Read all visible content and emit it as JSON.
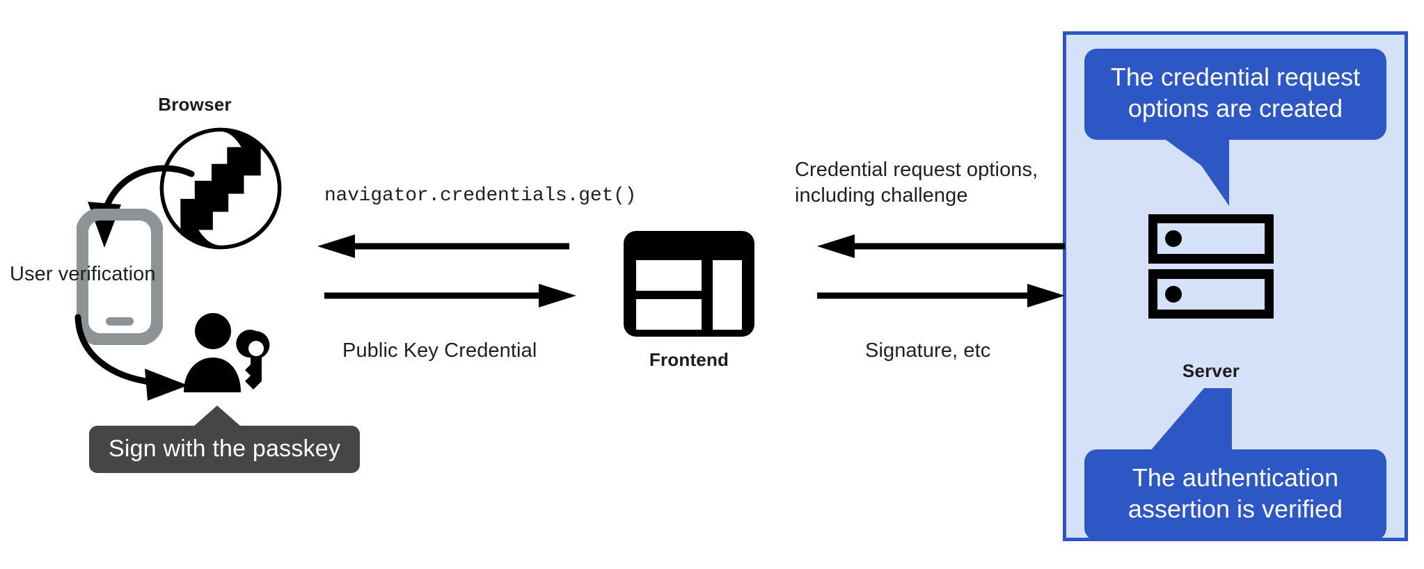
{
  "diagram": {
    "title": "WebAuthn passkey authentication flow",
    "colors": {
      "panel_fill": "#d5e0f9",
      "panel_border": "#2b56c6",
      "callout_blue": "#2c57c4",
      "tooltip_dark": "#444746",
      "ink": "#1f1f1f",
      "phone_gray": "#8e9396"
    }
  },
  "client": {
    "browser_label": "Browser",
    "browser_icon": "globe-icon",
    "phone_icon": "smartphone-icon",
    "user_verification_label": "User verification",
    "person_icon": "person-with-key-icon",
    "passkey_tooltip": "Sign with the passkey",
    "arrow_browser_to_phone": "curved-arrow-down-left",
    "arrow_phone_to_person": "curved-arrow-down-right"
  },
  "left_channel": {
    "top_label": "navigator.credentials.get()",
    "top_arrow_direction": "left",
    "bottom_label": "Public Key Credential",
    "bottom_arrow_direction": "right"
  },
  "frontend": {
    "label": "Frontend",
    "icon": "layout-window-icon"
  },
  "right_channel": {
    "top_label_line1": "Credential request options,",
    "top_label_line2": "including challenge",
    "top_arrow_direction": "left",
    "bottom_label": "Signature, etc",
    "bottom_arrow_direction": "right"
  },
  "server": {
    "label": "Server",
    "icon": "server-racks-icon",
    "callout_top_line1": "The credential request",
    "callout_top_line2": "options are created",
    "callout_bottom_line1": "The authentication",
    "callout_bottom_line2": "assertion is verified"
  }
}
